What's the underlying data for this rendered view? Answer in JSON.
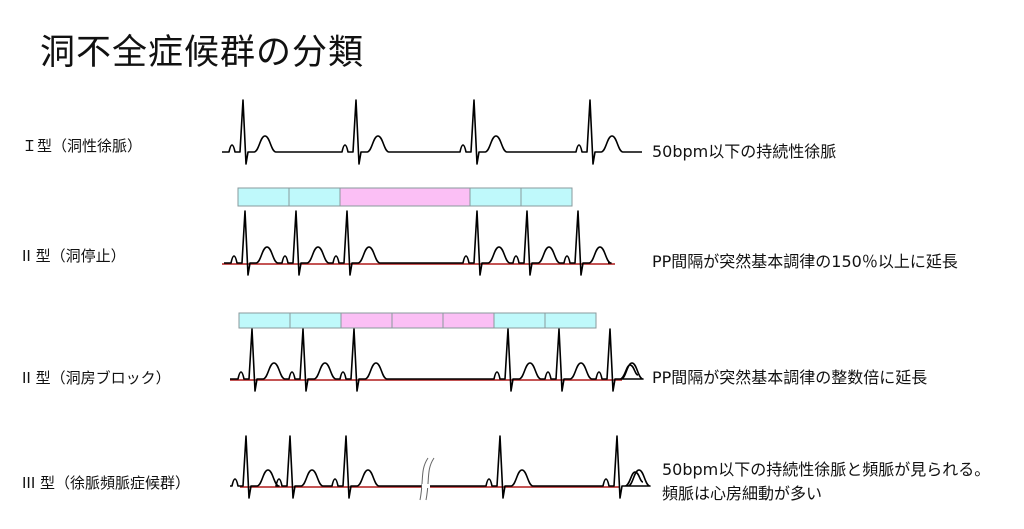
{
  "title": "洞不全症候群の分類",
  "rows": [
    {
      "label": "Ｉ型（洞性徐脈）",
      "description": "50bpm以下の持続性徐脈"
    },
    {
      "label": "II 型（洞停止）",
      "description": "PP間隔が突然基本調律の150％以上に延長"
    },
    {
      "label": "II 型（洞房ブロック）",
      "description": "PP間隔が突然基本調律の整数倍に延長"
    },
    {
      "label": "III 型（徐脈頻脈症候群）",
      "description": "50bpm以下の持続性徐脈と頻脈が見られる。頻脈は心房細動が多い"
    }
  ],
  "colors": {
    "normal_interval": "#bff9fb",
    "prolonged_interval": "#fbbff5",
    "baseline": "#b01c1c",
    "trace": "#000000"
  }
}
